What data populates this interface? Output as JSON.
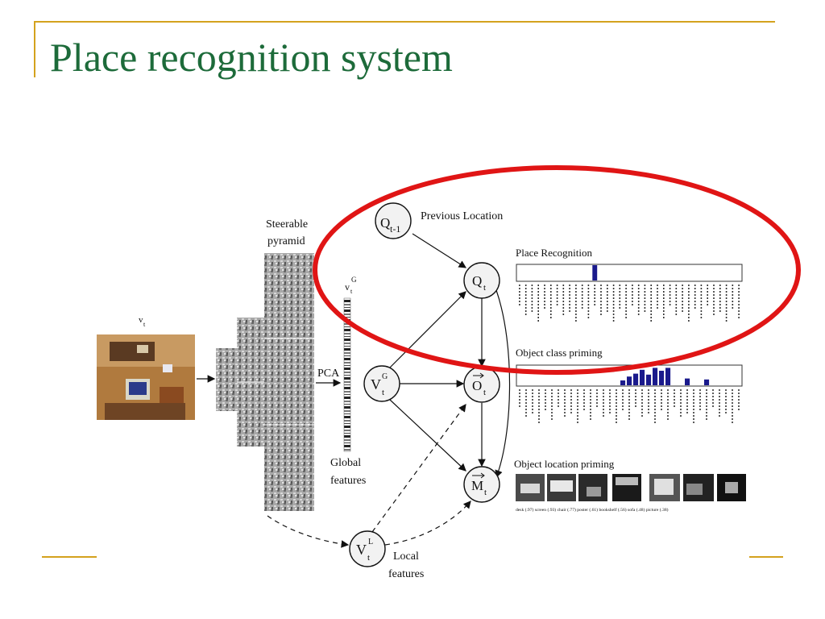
{
  "slide": {
    "title": "Place recognition system"
  },
  "colors": {
    "title": "#1d6b3a",
    "rule": "#d4a21e",
    "highlight_ellipse": "#e01515",
    "bar": "#1a1a8c"
  },
  "diagram": {
    "input_label": "v",
    "input_label_sub": "t",
    "pyramid_label_line1": "Steerable",
    "pyramid_label_line2": "pyramid",
    "pca_label": "PCA",
    "global_vector_label": "v",
    "global_vector_sub": "t",
    "global_vector_sup": "G",
    "global_features_line1": "Global",
    "global_features_line2": "features",
    "local_features_line1": "Local",
    "local_features_line2": "features",
    "previous_location_label": "Previous Location",
    "nodes": {
      "q_prev": "Q",
      "q_prev_sub": "t-1",
      "q": "Q",
      "q_sub": "t",
      "vg": "V",
      "vg_sub": "t",
      "vg_sup": "G",
      "o": "O",
      "o_sub": "t",
      "m": "M",
      "m_sub": "t",
      "vl": "V",
      "vl_sub": "t",
      "vl_sup": "L"
    },
    "place_recognition_title": "Place Recognition",
    "object_class_title": "Object class priming",
    "object_location_title": "Object location priming",
    "location_captions": "desk (.97) screen (.93) chair (.77) poster (.61) bookshelf (.56) sofa (.48) picture (.38)"
  },
  "icons": {
    "input_image": "office-scene-photo",
    "pyramid_filters": "filter-response-images",
    "location_maps": "grayscale-priming-maps"
  },
  "place_recognition_bars": [
    0,
    0,
    0,
    0,
    0,
    0,
    0,
    0,
    0,
    0,
    0,
    0,
    1,
    0,
    0,
    0,
    0,
    0,
    0,
    0,
    0,
    0,
    0,
    0,
    0,
    0,
    0,
    0,
    0,
    0,
    0,
    0,
    0,
    0,
    0,
    0
  ],
  "object_class_bars": [
    0,
    0,
    0,
    0,
    0,
    0,
    0,
    0,
    0,
    0,
    0,
    0,
    0,
    0,
    0,
    0,
    0.25,
    0.45,
    0.6,
    0.8,
    0.55,
    0.9,
    0.75,
    0.9,
    0,
    0,
    0.35,
    0,
    0,
    0.3,
    0,
    0,
    0,
    0,
    0
  ]
}
